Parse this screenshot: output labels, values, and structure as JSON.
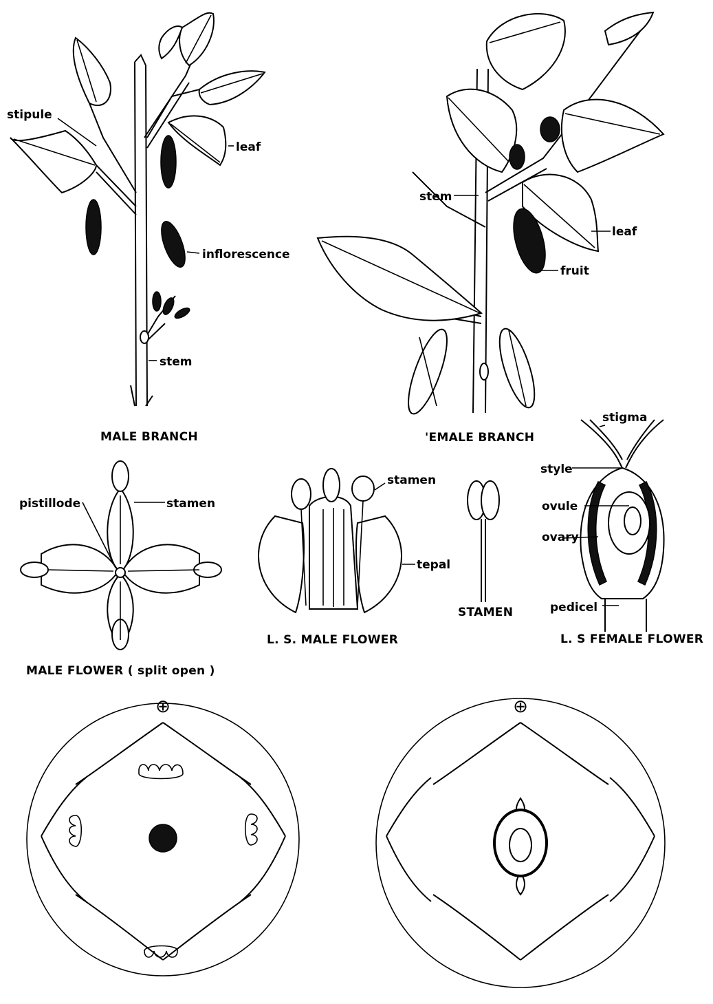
{
  "labels": {
    "stipule": "stipule",
    "leaf_male": "leaf",
    "inflorescence": "inflorescence",
    "stem_male": "stem",
    "stem_female": "stem",
    "leaf_female": "leaf",
    "fruit": "fruit",
    "pistillode": "pistillode",
    "stamen_a": "stamen",
    "stamen_b": "stamen",
    "tepal": "tepal",
    "stigma": "stigma",
    "style": "style",
    "ovule": "ovule",
    "ovary": "ovary",
    "pedicel": "pedicel"
  },
  "captions": {
    "male_branch": "MALE BRANCH",
    "female_branch": "'EMALE BRANCH",
    "male_flower": "MALE FLOWER ( split open )",
    "ls_male_flower": "L. S. MALE  FLOWER",
    "stamen": "STAMEN",
    "ls_female_flower": "L. S  FEMALE FLOWER"
  },
  "symbols": {
    "actinomorphic_left": "⊕",
    "actinomorphic_right": "⊕"
  }
}
